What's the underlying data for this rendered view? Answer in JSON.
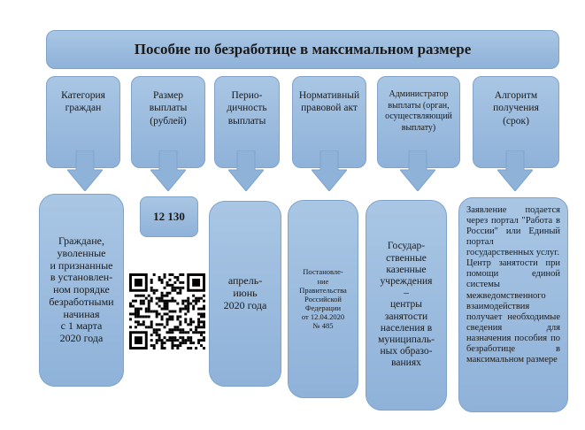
{
  "title": "Пособие по безработице в максимальном размере",
  "columns": [
    {
      "header": "Категория\nграждан",
      "content": "Граждане,\nуволенные\nи признанные\nв установлен-\nном порядке\nбезработными\nначиная\nс 1 марта\n2020 года"
    },
    {
      "header": "Размер\nвыплаты\n(рублей)",
      "content": "12 130"
    },
    {
      "header": "Перио-\nдичность\nвыплаты",
      "content": "апрель-\nиюнь\n2020 года"
    },
    {
      "header": "Нормативный\nправовой акт",
      "content": "Постановле-\nние\nПравительства\nРоссийской\nФедерации\nот 12.04.2020\n№ 485"
    },
    {
      "header": "Администратор\nвыплаты (орган,\nосуществляющий\nвыплату)",
      "content": "Государ-\nственные\nказенные\nучреждения\n–\nцентры\nзанятости\nнаселения в\nмуниципаль-\nных образо-\nваниях"
    },
    {
      "header": "Алгоритм\nполучения\n(срок)",
      "content_p1": "Заявление подается через портал \"Работа в России\" или Единый портал государственных услуг.",
      "content_p2": "Центр занятости при помощи единой системы межведомственного взаимодействия получает необходимые сведения для назначения пособия по безработице в максимальном размере"
    }
  ],
  "colors": {
    "box_fill": "#a9c6e4",
    "box_border": "#7fa3cc",
    "arrow_fill": "#8fb2d9"
  },
  "icons": [
    "down-arrow-icon",
    "qr-code-icon"
  ]
}
